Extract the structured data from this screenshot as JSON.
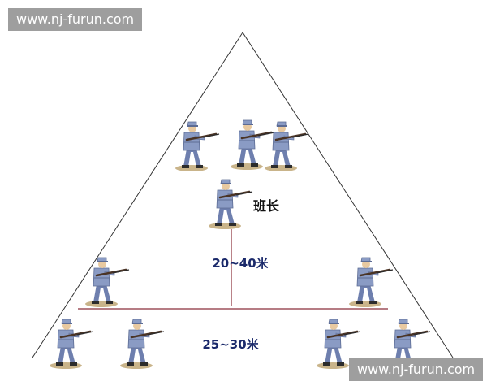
{
  "watermark": {
    "top": "www.nj-furun.com",
    "bottom": "www.nj-furun.com"
  },
  "labels": {
    "squad_leader": "班长",
    "depth": "20~40米",
    "width": "25~30米"
  },
  "colors": {
    "line": "#333333",
    "rule": "#8a2e3a",
    "uniform": "#8a9bc4",
    "uniform_shadow": "#5d6c94",
    "text_blue": "#1b2a6b"
  }
}
